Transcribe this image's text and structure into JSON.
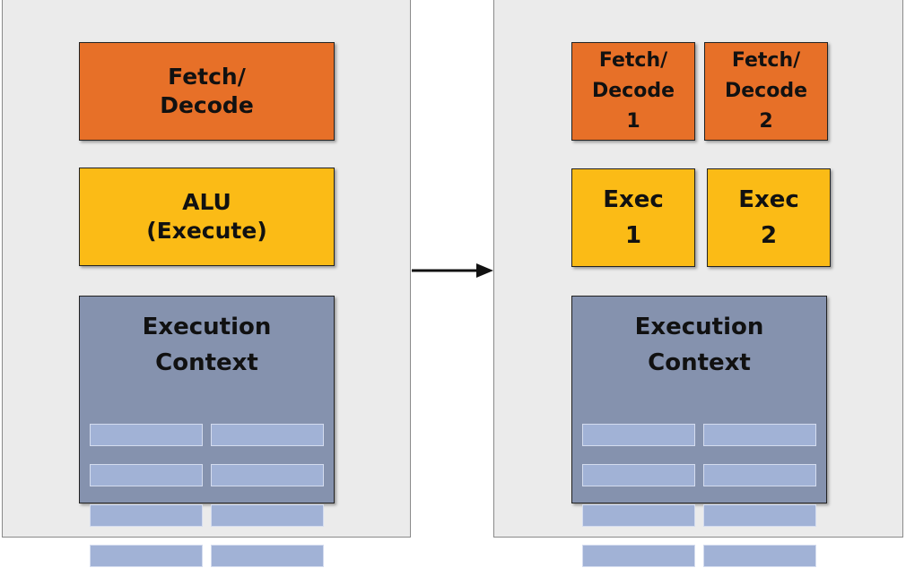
{
  "left_core": {
    "fetch_decode": "Fetch/\nDecode",
    "alu": "ALU\n(Execute)",
    "context": "Execution\nContext"
  },
  "right_core": {
    "fetch_decode_1": "Fetch/\nDecode\n1",
    "fetch_decode_2": "Fetch/\nDecode\n2",
    "exec_1": "Exec\n1",
    "exec_2": "Exec\n2",
    "context": "Execution\nContext"
  },
  "colors": {
    "fetch_decode": "#e77028",
    "exec": "#fbbb16",
    "context": "#8592ae",
    "register": "#a1b2d6",
    "core_background": "#ebebeb"
  }
}
